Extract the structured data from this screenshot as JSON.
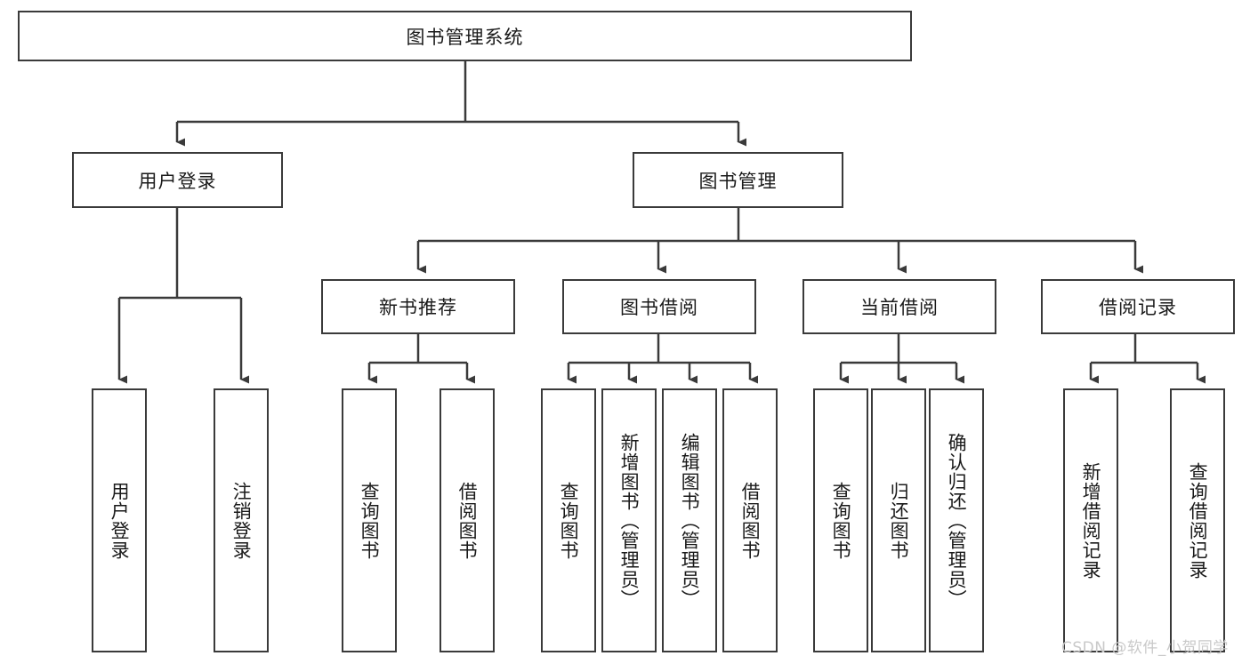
{
  "diagram": {
    "type": "tree-hierarchy",
    "title": "图书管理系统",
    "orientation": "top-down",
    "colors": {
      "box_border": "#3a3a3a",
      "box_fill": "#ffffff",
      "connector": "#3a3a3a",
      "text": "#1a1a1a",
      "watermark": "#c9c9c9",
      "background": "#ffffff"
    },
    "levels": {
      "root": {
        "label": "图书管理系统"
      },
      "level2": [
        {
          "label": "用户登录"
        },
        {
          "label": "图书管理"
        }
      ],
      "level3": [
        {
          "label": "新书推荐"
        },
        {
          "label": "图书借阅"
        },
        {
          "label": "当前借阅"
        },
        {
          "label": "借阅记录"
        }
      ]
    },
    "leaves": {
      "user_login": [
        {
          "label": "用户登录"
        },
        {
          "label": "注销登录"
        }
      ],
      "new_book_recommend": [
        {
          "label": "查询图书"
        },
        {
          "label": "借阅图书"
        }
      ],
      "book_borrow": [
        {
          "label": "查询图书"
        },
        {
          "label": "新增图书（管理员）"
        },
        {
          "label": "编辑图书（管理员）"
        },
        {
          "label": "借阅图书"
        }
      ],
      "current_borrow": [
        {
          "label": "查询图书"
        },
        {
          "label": "归还图书"
        },
        {
          "label": "确认归还（管理员）"
        }
      ],
      "borrow_record": [
        {
          "label": "新增借阅记录"
        },
        {
          "label": "查询借阅记录"
        }
      ]
    },
    "watermark": "CSDN @软件_小贺同学"
  }
}
